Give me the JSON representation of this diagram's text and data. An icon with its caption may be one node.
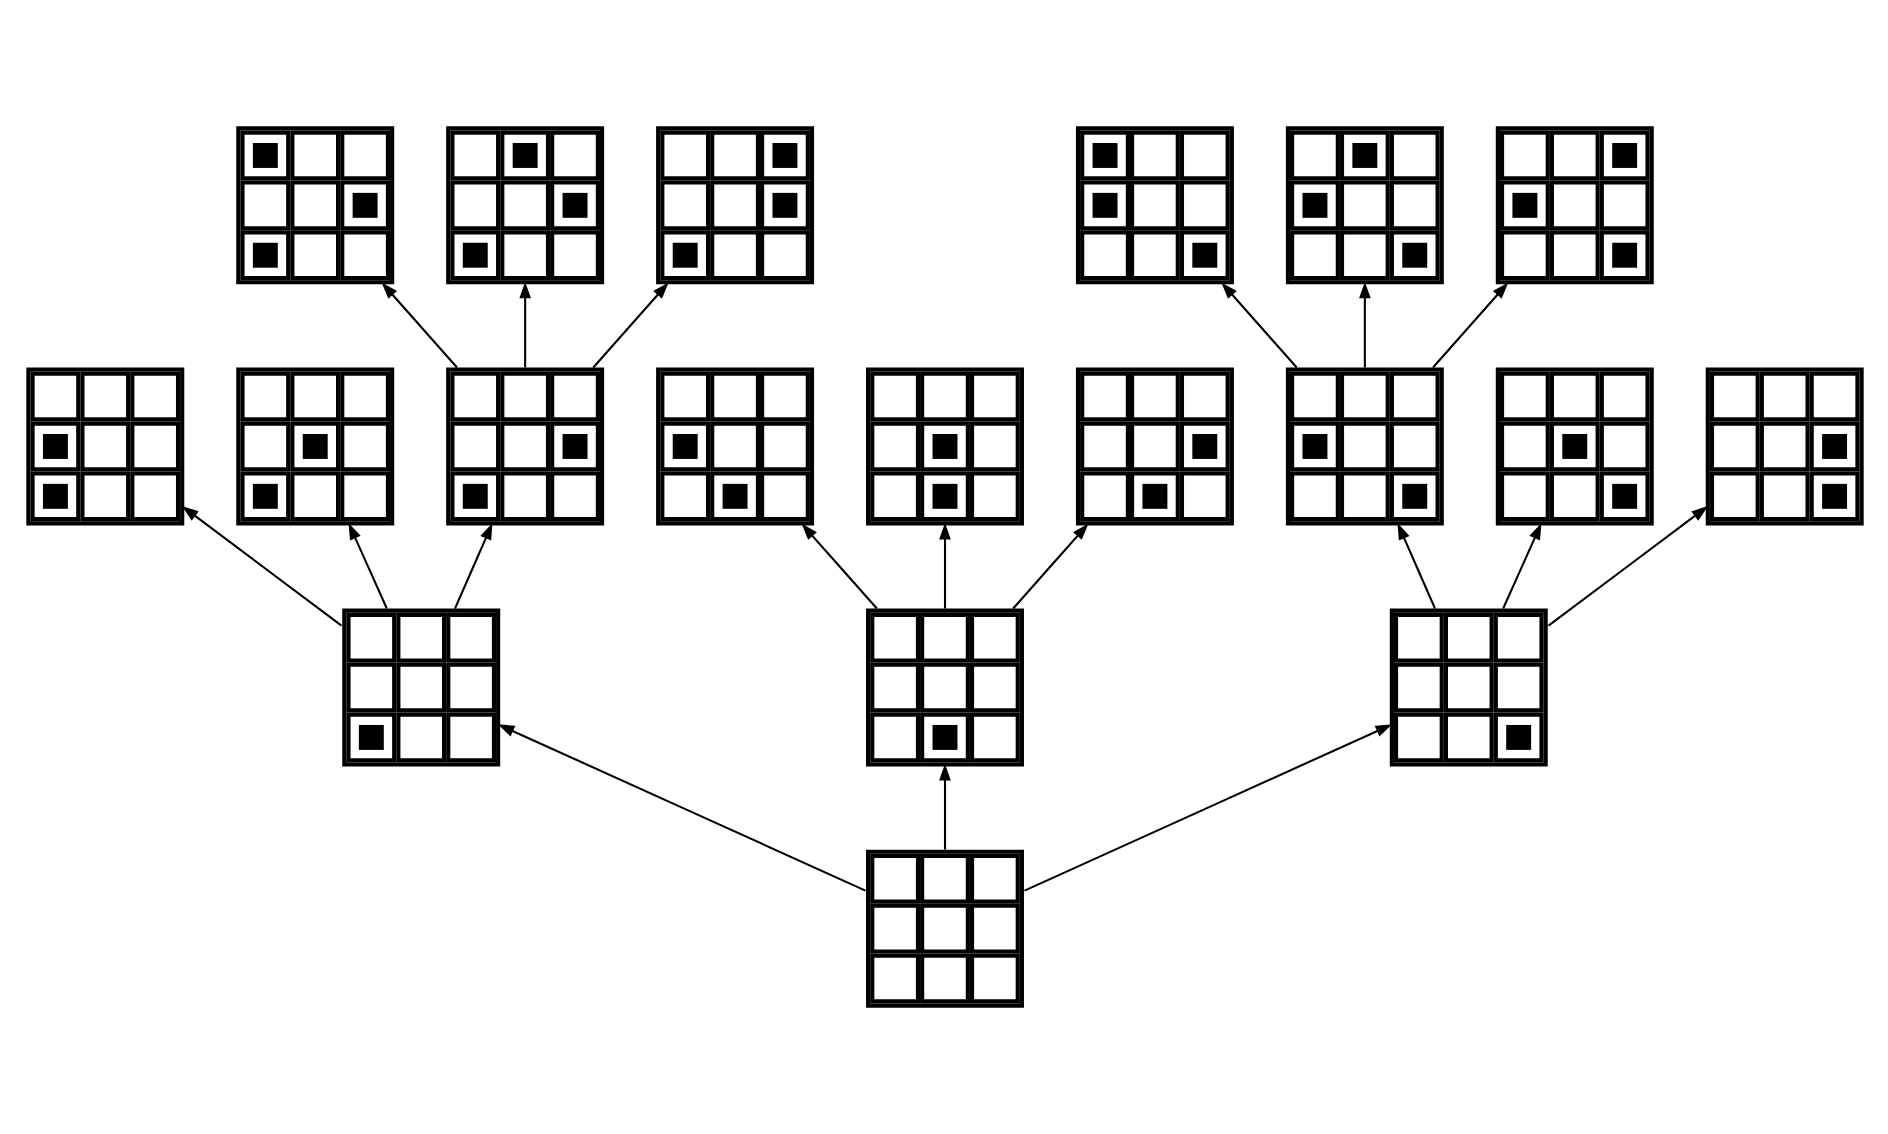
{
  "diagram": {
    "nodes": [
      {
        "text": [],
        "shape": "grid"
      },
      {
        "text": [],
        "shape": "grid"
      },
      {
        "text": [],
        "shape": "grid"
      },
      {
        "text": [],
        "shape": "grid"
      },
      {
        "text": [],
        "shape": "grid"
      },
      {
        "text": [],
        "shape": "grid"
      },
      {
        "text": [],
        "shape": "grid"
      },
      {
        "text": [],
        "shape": "grid"
      },
      {
        "text": [],
        "shape": "grid"
      },
      {
        "text": [],
        "shape": "grid"
      },
      {
        "text": [],
        "shape": "grid"
      },
      {
        "text": [],
        "shape": "grid"
      },
      {
        "text": [],
        "shape": "grid"
      },
      {
        "text": [],
        "shape": "grid"
      },
      {
        "text": [],
        "shape": "grid"
      },
      {
        "text": [],
        "shape": "grid"
      },
      {
        "text": [],
        "shape": "grid"
      },
      {
        "text": [],
        "shape": "grid"
      },
      {
        "text": [],
        "shape": "grid"
      }
    ],
    "edges": [
      {
        "from": 18,
        "to": 15,
        "arrow": "to"
      },
      {
        "from": 18,
        "to": 16,
        "arrow": "to"
      },
      {
        "from": 18,
        "to": 17,
        "arrow": "to"
      },
      {
        "from": 15,
        "to": 6,
        "arrow": "to"
      },
      {
        "from": 15,
        "to": 7,
        "arrow": "to"
      },
      {
        "from": 15,
        "to": 8,
        "arrow": "to"
      },
      {
        "from": 16,
        "to": 9,
        "arrow": "to"
      },
      {
        "from": 16,
        "to": 10,
        "arrow": "to"
      },
      {
        "from": 16,
        "to": 11,
        "arrow": "to"
      },
      {
        "from": 17,
        "to": 12,
        "arrow": "to"
      },
      {
        "from": 17,
        "to": 13,
        "arrow": "to"
      },
      {
        "from": 17,
        "to": 14,
        "arrow": "to"
      },
      {
        "from": 8,
        "to": 0,
        "arrow": "to"
      },
      {
        "from": 8,
        "to": 1,
        "arrow": "to"
      },
      {
        "from": 8,
        "to": 2,
        "arrow": "to"
      },
      {
        "from": 12,
        "to": 3,
        "arrow": "to"
      },
      {
        "from": 12,
        "to": 4,
        "arrow": "to"
      },
      {
        "from": 12,
        "to": 5,
        "arrow": "to"
      }
    ]
  }
}
